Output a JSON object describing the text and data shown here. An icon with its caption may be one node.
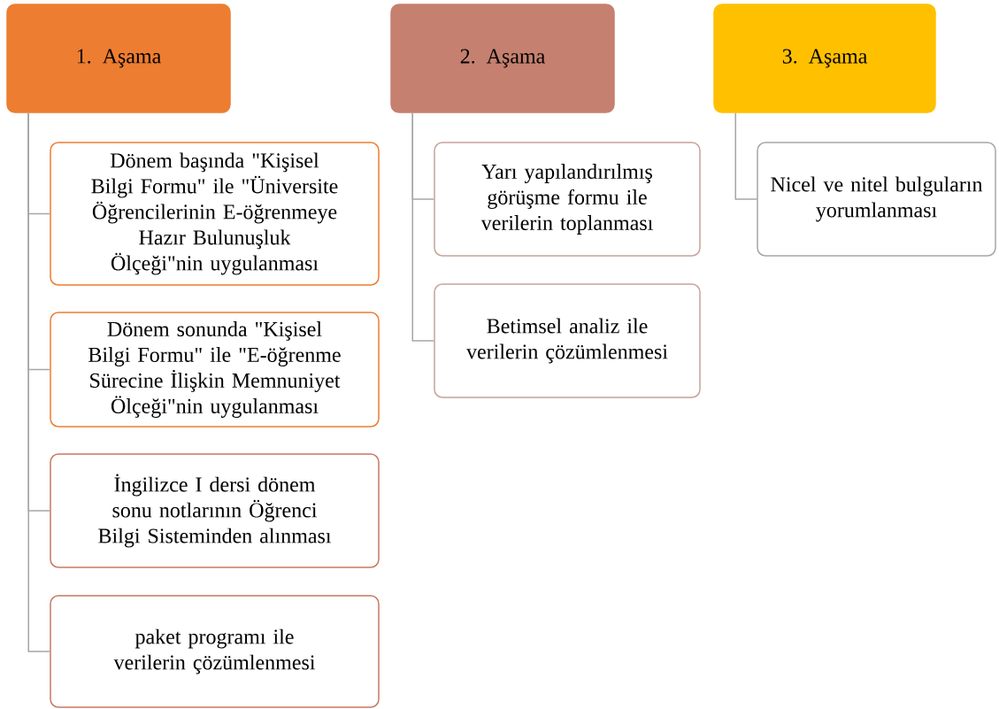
{
  "diagram": {
    "nodes": [
      {
        "text": [
          "1. Aşama"
        ]
      },
      {
        "text": [
          "Dönem başında \"Kişisel Bilgi Formu\" ile \"Üniversite Öğrencilerinin E-öğrenmeye Hazır Bulunuşluk Ölçeği\"nin uygulanması"
        ]
      },
      {
        "text": [
          "Dönem sonunda \"Kişisel Bilgi Formu\" ile \"E-öğrenme Sürecine İlişkin Memnuniyet Ölçeği\"nin uygulanması"
        ]
      },
      {
        "text": [
          "İngilizce I dersi dönem sonu notlarının Öğrenci Bilgi Sisteminden alınması"
        ]
      },
      {
        "text": [
          "paket programı ile verilerin çözümlenmesi"
        ]
      },
      {
        "text": [
          "2. Aşama"
        ]
      },
      {
        "text": [
          "Yarı yapılandırılmış görüşme formu ile verilerin toplanması"
        ]
      },
      {
        "text": [
          "Betimsel analiz ile verilerin çözümlenmesi"
        ]
      },
      {
        "text": [
          "3. Aşama"
        ]
      },
      {
        "text": [
          "Nicel ve nitel bulguların yorumlanması"
        ]
      }
    ],
    "edges": [
      {
        "from": 0,
        "to": 1,
        "arrow": "none"
      },
      {
        "from": 0,
        "to": 2,
        "arrow": "none"
      },
      {
        "from": 0,
        "to": 3,
        "arrow": "none"
      },
      {
        "from": 0,
        "to": 4,
        "arrow": "none"
      },
      {
        "from": 5,
        "to": 6,
        "arrow": "none"
      },
      {
        "from": 5,
        "to": 7,
        "arrow": "none"
      },
      {
        "from": 8,
        "to": 9,
        "arrow": "none"
      }
    ]
  }
}
